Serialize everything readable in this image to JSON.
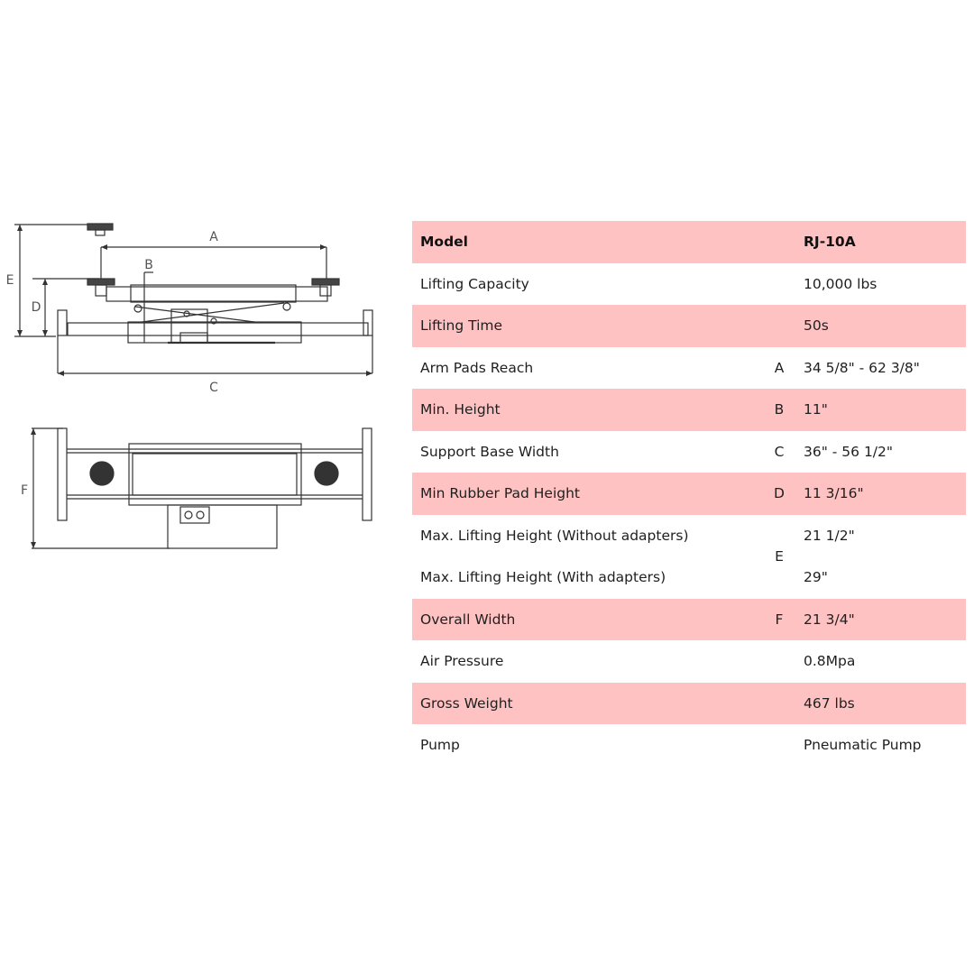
{
  "diagram": {
    "side_view_labels": {
      "A": "A",
      "B": "B",
      "C": "C",
      "D": "D",
      "E": "E"
    },
    "top_view_labels": {
      "F": "F"
    }
  },
  "table": {
    "colors": {
      "stripe": "#ffc2c2",
      "plain": "#ffffff"
    },
    "header": {
      "label": "Model",
      "letter": "",
      "value": "RJ-10A"
    },
    "rows": [
      {
        "label": "Lifting Capacity",
        "letter": "",
        "value": "10,000 lbs"
      },
      {
        "label": "Lifting Time",
        "letter": "",
        "value": "50s"
      },
      {
        "label": "Arm Pads Reach",
        "letter": "A",
        "value": "34 5/8\" - 62 3/8\""
      },
      {
        "label": "Min. Height",
        "letter": "B",
        "value": "11\""
      },
      {
        "label": "Support Base Width",
        "letter": "C",
        "value": "36\" - 56 1/2\""
      },
      {
        "label": "Min Rubber Pad Height",
        "letter": "D",
        "value": "11 3/16\""
      }
    ],
    "max_lift": {
      "letter": "E",
      "without": {
        "label": "Max. Lifting Height (Without adapters)",
        "value": "21 1/2\""
      },
      "with": {
        "label": "Max. Lifting Height (With adapters)",
        "value": "29\""
      }
    },
    "rows_after": [
      {
        "label": "Overall Width",
        "letter": "F",
        "value": "21 3/4\""
      },
      {
        "label": "Air Pressure",
        "letter": "",
        "value": "0.8Mpa"
      },
      {
        "label": "Gross Weight",
        "letter": "",
        "value": "467 lbs"
      },
      {
        "label": "Pump",
        "letter": "",
        "value": "Pneumatic Pump"
      }
    ]
  }
}
